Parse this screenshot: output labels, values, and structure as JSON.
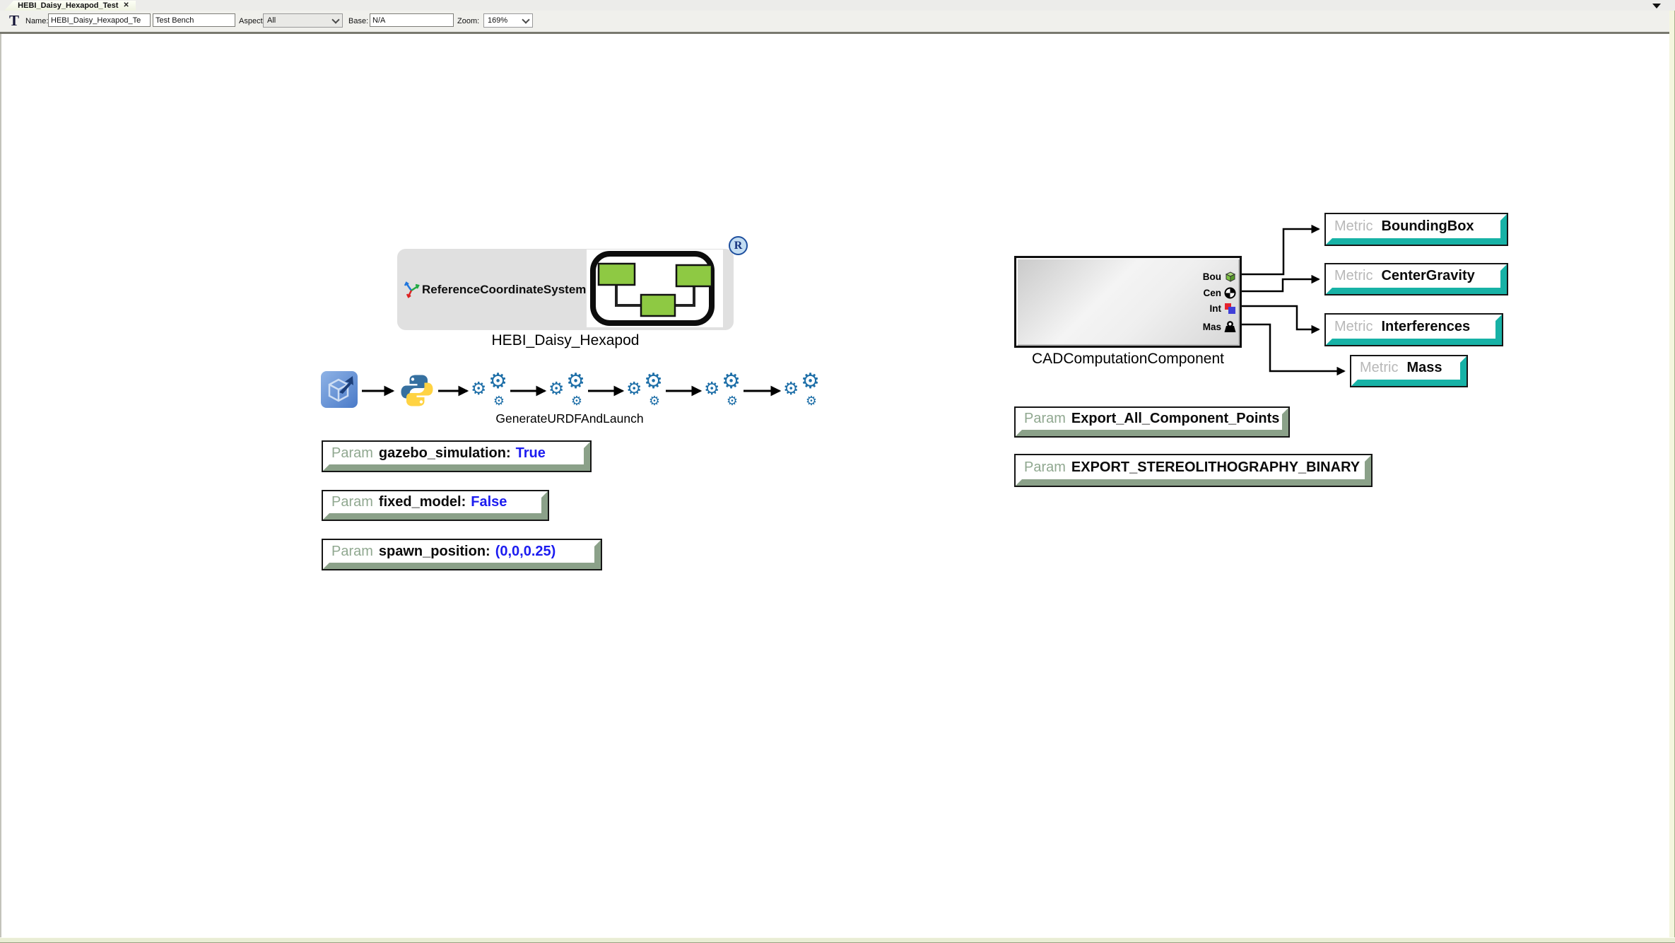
{
  "tab_bar": {
    "tab": {
      "label": "HEBI_Daisy_Hexapod_Test",
      "close_glyph": "✕",
      "selected": true
    }
  },
  "toolbar": {
    "type_icon_glyph": "T",
    "name_label": "Name:",
    "name_value": "HEBI_Daisy_Hexapod_Te",
    "kind_value": "Test Bench",
    "aspect_label": "Aspect:",
    "aspect_value": "All",
    "base_label": "Base:",
    "base_value": "N/A",
    "zoom_label": "Zoom:",
    "zoom_value": "169%"
  },
  "canvas": {
    "hexapod": {
      "ref_label": "ReferenceCoordinateSystem",
      "badge_letter": "R",
      "caption": "HEBI_Daisy_Hexapod"
    },
    "workflow": {
      "caption": "GenerateURDFAndLaunch"
    },
    "params_left": [
      {
        "kind": "Param",
        "name": "gazebo_simulation",
        "sep": ":",
        "value": "True"
      },
      {
        "kind": "Param",
        "name": "fixed_model",
        "sep": ":",
        "value": "False"
      },
      {
        "kind": "Param",
        "name": "spawn_position",
        "sep": ":",
        "value": "(0,0,0.25)"
      }
    ],
    "cad": {
      "caption": "CADComputationComponent",
      "ports": [
        {
          "label": "Bou"
        },
        {
          "label": "Cen"
        },
        {
          "label": "Int"
        },
        {
          "label": "Mas"
        }
      ]
    },
    "metrics": [
      {
        "kind": "Metric",
        "name": "BoundingBox"
      },
      {
        "kind": "Metric",
        "name": "CenterGravity"
      },
      {
        "kind": "Metric",
        "name": "Interferences"
      },
      {
        "kind": "Metric",
        "name": "Mass"
      }
    ],
    "params_right": [
      {
        "kind": "Param",
        "name": "Export_All_Component_Points"
      },
      {
        "kind": "Param",
        "name": "EXPORT_STEREOLITHOGRAPHY_BINARY"
      }
    ]
  },
  "icons": {
    "gear_glyph": "⚙",
    "names": [
      "text-tool-icon",
      "close-icon",
      "tab-overflow-icon",
      "chevron-down-icon",
      "axes-icon",
      "assembly-icon",
      "registered-badge-icon",
      "cad-export-cube-icon",
      "python-icon",
      "gears-icon",
      "bounding-box-icon",
      "center-gravity-icon",
      "interference-icon",
      "mass-icon"
    ]
  },
  "colors": {
    "metric_band": "#17b2a6",
    "param_band": "#8ba189",
    "value_blue": "#1c1cf0",
    "icon_green": "#8ec943"
  }
}
